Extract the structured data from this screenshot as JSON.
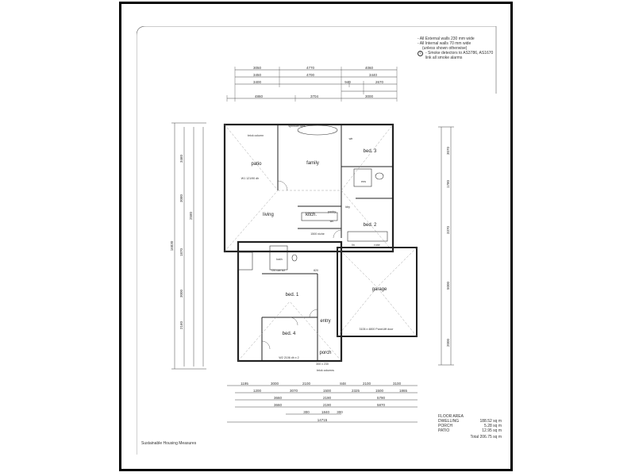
{
  "notes": {
    "external_walls": "- All External walls 230 mm wide",
    "internal_walls": "- All Internal walls   70 mm wide",
    "internal_walls_2": "(unless shown otherwise)",
    "smoke_icon": "S",
    "smoke_1": "- Smoke detectors to AS3786, AS1670",
    "smoke_2": "link all smoke alarms"
  },
  "rooms": {
    "family": "family",
    "patio": "patio",
    "bed3": "bed. 3",
    "bed2": "bed. 2",
    "living": "living",
    "kitch": "kitch.",
    "bed1": "bed. 1",
    "bed4": "bed. 4",
    "entry": "entry",
    "porch": "porch",
    "garage": "garage",
    "ldry": "ldry",
    "ens": "ens",
    "wc": "wc",
    "wir": "wir",
    "lin": "lin",
    "robe": "robe",
    "pantry": "pantry",
    "bath": "bath"
  },
  "labels": {
    "sprinkler": "sprinkler tank",
    "brick_col_top": "brick column",
    "brick_col_bot": "brick columns",
    "garage_door": "3106 x 4800 Panel-lift door",
    "porch_col": "300 x 230",
    "cav_sd": "720 cav sd",
    "win_a": "W1 121/90 dh",
    "win_b": "W2 2106 dh x 2",
    "recess": "1500 niche",
    "opening": "820"
  },
  "dims_top": {
    "row1": [
      "3050",
      "4770",
      "4060"
    ],
    "row2": [
      "3450",
      "4700",
      "3440"
    ],
    "row3": [
      "3400",
      "940",
      "2670"
    ],
    "row4": [
      "4860",
      "3704",
      "3000"
    ]
  },
  "dims_bottom": {
    "row1": [
      "1195",
      "3000",
      "2100",
      "848",
      "2100",
      "3100"
    ],
    "row2": [
      "1200",
      "3070",
      "1500",
      "2325",
      "1500",
      "1865"
    ],
    "row3": [
      "3660",
      "2190",
      "5790"
    ],
    "row4": [
      "3660",
      "2190",
      "5870"
    ],
    "row5": [
      "300",
      "1840",
      "300"
    ],
    "total": "14715"
  },
  "dims_left": {
    "total": "16830",
    "segments": [
      "3460",
      "3080",
      "2580",
      "1870",
      "3000",
      "2160"
    ]
  },
  "dims_right": {
    "segments": [
      "3070",
      "1780",
      "3370",
      "5000",
      "2000"
    ]
  },
  "floor_area": {
    "title": "FLOOR AREA",
    "rows": [
      {
        "k": "DWELLING",
        "v": "188.52 sq m"
      },
      {
        "k": "PORCH",
        "v": "5.28 sq m"
      },
      {
        "k": "PATIO",
        "v": "12.95 sq m"
      }
    ],
    "total": "Total  206.75 sq m"
  },
  "footer": "Sustainable Housing Measures"
}
